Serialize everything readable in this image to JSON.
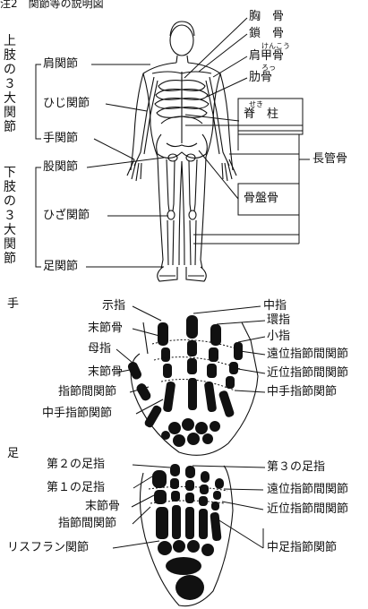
{
  "caption": "注2　関節等の説明図",
  "body": {
    "upper_limb_group": [
      "上",
      "肢",
      "の",
      "３",
      "大",
      "関",
      "節"
    ],
    "lower_limb_group": [
      "下",
      "肢",
      "の",
      "３",
      "大",
      "関",
      "節"
    ],
    "left_labels": {
      "shoulder": "肩関節",
      "elbow": "ひじ関節",
      "wrist": "手関節",
      "hip": "股関節",
      "knee": "ひざ関節",
      "ankle": "足関節"
    },
    "right_labels": {
      "sternum": "胸　骨",
      "clavicle": "鎖　骨",
      "scapula": "肩甲骨",
      "scapula_ruby": "けんこう",
      "rib": "肋骨",
      "rib_ruby": "ろっ",
      "spine": "脊　柱",
      "spine_ruby": "せき",
      "long_bone": "長管骨",
      "pelvis": "骨盤骨"
    }
  },
  "hand": {
    "title": "手",
    "labels_left": [
      "示指",
      "末節骨",
      "母指",
      "末節骨",
      "指節間関節",
      "中手指節関節"
    ],
    "labels_right": [
      "中指",
      "環指",
      "小指",
      "遠位指節間関節",
      "近位指節間関節",
      "中手指節関節"
    ]
  },
  "foot": {
    "title": "足",
    "labels_left": [
      "第２の足指",
      "第１の足指",
      "末節骨",
      "指節間関節",
      "リスフラン関節"
    ],
    "labels_right": [
      "第３の足指",
      "遠位指節間関節",
      "近位指節間関節",
      "中足指節関節"
    ]
  }
}
